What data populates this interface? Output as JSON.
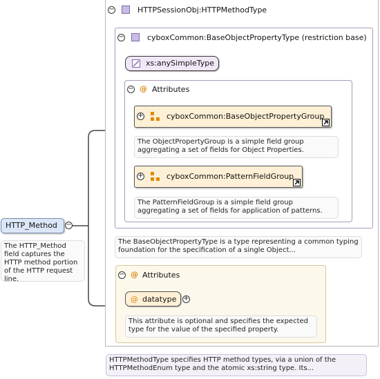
{
  "element": {
    "name": "HTTP_Method",
    "description": "The HTTP_Method field captures the HTTP method portion of the HTTP request line."
  },
  "type": {
    "name": "HTTPSessionObj:HTTPMethodType",
    "description": "HTTPMethodType specifies HTTP method types, via a union of the HTTPMethodEnum type and the atomic xs:string type. Its..."
  },
  "base": {
    "name": "cyboxCommon:BaseObjectPropertyType (restriction base)",
    "simple_type": "xs:anySimpleType",
    "attributes_label": "Attributes",
    "groups": [
      {
        "name": "cyboxCommon:BaseObjectPropertyGroup",
        "description": "The ObjectPropertyGroup is a simple field group aggregating a set of fields for Object Properties."
      },
      {
        "name": "cyboxCommon:PatternFieldGroup",
        "description": "The PatternFieldGroup is a simple field group aggregating a set of fields for application of patterns."
      }
    ],
    "description": "The BaseObjectPropertyType is a type representing a common typing foundation for the specification of a single Object..."
  },
  "attributes": {
    "label": "Attributes",
    "items": [
      {
        "name": "datatype",
        "description": "This attribute is optional and specifies the expected type for the value of the specified property."
      }
    ]
  },
  "icons": {
    "at_symbol": "@",
    "expand": "+",
    "collapse": "−"
  },
  "colors": {
    "type_border": "#b8b8b8",
    "base_border": "#a89ab8",
    "attr_border": "#d9c69a",
    "attr_fill": "#fdf8ec",
    "group_fill": "#fdf0d6",
    "element_fill": "#dbe6f7",
    "simple_fill": "#f0e8f7"
  }
}
